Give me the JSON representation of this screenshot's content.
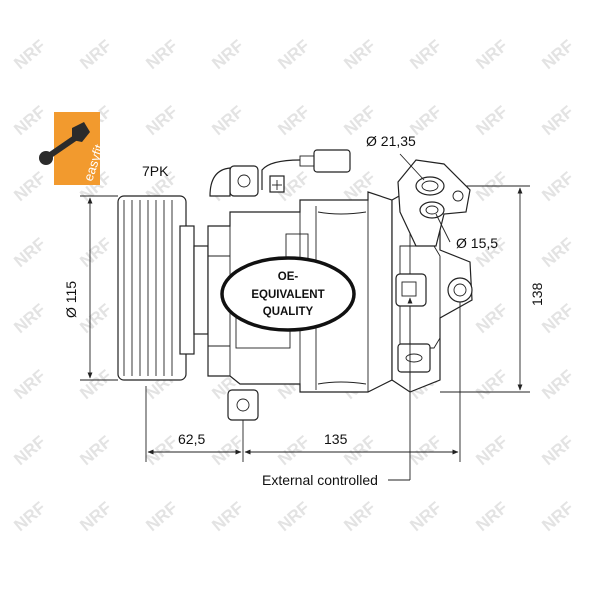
{
  "logo": {
    "text": "easyfit",
    "bg_color": "#f29a2e",
    "wrench_color": "#2b2b2b"
  },
  "watermark": {
    "text": "NRF",
    "color": "#e3e3e3"
  },
  "labels": {
    "pulley_grooves": "7PK",
    "pulley_diameter": "Ø 115",
    "port_large_diameter": "Ø 21,35",
    "port_small_diameter": "Ø 15,5",
    "height": "138",
    "offset_left": "62,5",
    "length": "135",
    "control_type": "External controlled"
  },
  "stamp": {
    "line1": "OE-",
    "line2": "EQUIVALENT",
    "line3": "QUALITY"
  }
}
